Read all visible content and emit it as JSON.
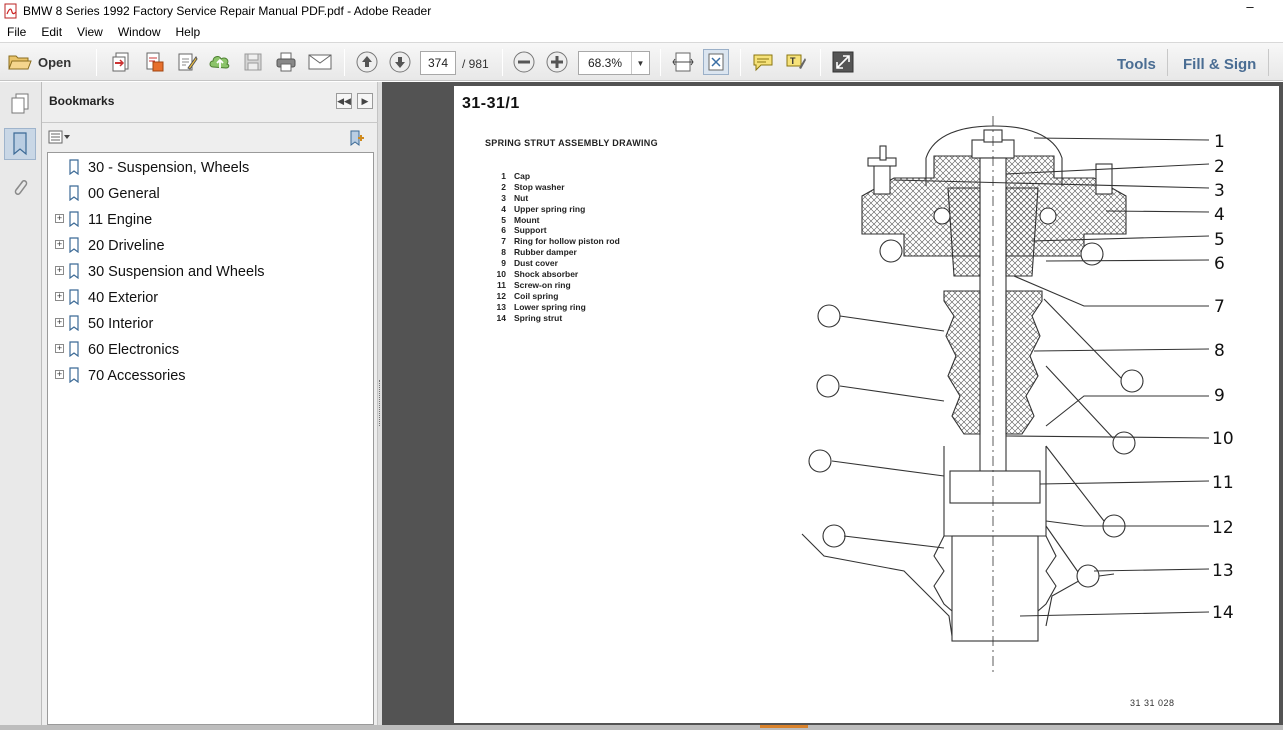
{
  "window": {
    "title": "BMW 8 Series 1992 Factory Service Repair Manual PDF.pdf - Adobe Reader",
    "minimize_glyph": "–"
  },
  "menu": [
    "File",
    "Edit",
    "View",
    "Window",
    "Help"
  ],
  "toolbar": {
    "open_label": "Open",
    "page_current": "374",
    "page_total": "/ 981",
    "zoom": "68.3%",
    "tools_label": "Tools",
    "fill_sign_label": "Fill & Sign"
  },
  "bookmarks": {
    "title": "Bookmarks",
    "items": [
      {
        "label": "30 - Suspension, Wheels",
        "expandable": false
      },
      {
        "label": "00 General",
        "expandable": false
      },
      {
        "label": "11 Engine",
        "expandable": true
      },
      {
        "label": "20 Driveline",
        "expandable": true
      },
      {
        "label": "30 Suspension and Wheels",
        "expandable": true
      },
      {
        "label": "40 Exterior",
        "expandable": true
      },
      {
        "label": "50 Interior",
        "expandable": true
      },
      {
        "label": "60 Electronics",
        "expandable": true
      },
      {
        "label": "70 Accessories",
        "expandable": true
      }
    ]
  },
  "document": {
    "page_heading": "31-31/1",
    "drawing_title": "SPRING STRUT ASSEMBLY DRAWING",
    "legend": [
      {
        "n": "1",
        "text": "Cap"
      },
      {
        "n": "2",
        "text": "Stop washer"
      },
      {
        "n": "3",
        "text": "Nut"
      },
      {
        "n": "4",
        "text": "Upper spring ring"
      },
      {
        "n": "5",
        "text": "Mount"
      },
      {
        "n": "6",
        "text": "Support"
      },
      {
        "n": "7",
        "text": "Ring for hollow piston rod"
      },
      {
        "n": "8",
        "text": "Rubber damper"
      },
      {
        "n": "9",
        "text": "Dust cover"
      },
      {
        "n": "10",
        "text": "Shock absorber"
      },
      {
        "n": "11",
        "text": "Screw-on ring"
      },
      {
        "n": "12",
        "text": "Coil spring"
      },
      {
        "n": "13",
        "text": "Lower spring ring"
      },
      {
        "n": "14",
        "text": "Spring strut"
      }
    ],
    "figure_code": "31 31 028",
    "callouts": [
      "1",
      "2",
      "3",
      "4",
      "5",
      "6",
      "7",
      "8",
      "9",
      "10",
      "11",
      "12",
      "13",
      "14"
    ]
  }
}
